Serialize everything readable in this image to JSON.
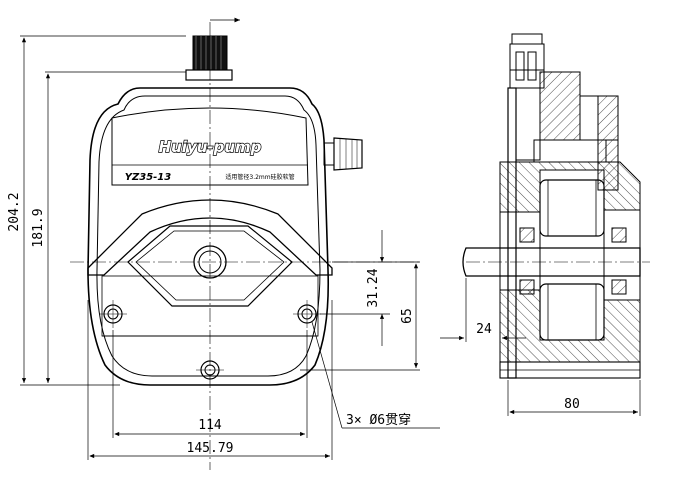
{
  "front_view": {
    "brand_label": "Huiyu-pump",
    "model_label": "YZ35-13",
    "tube_note": "适用管径3.2mm硅胶软管"
  },
  "dimensions": {
    "overall_height": "204.2",
    "body_height": "181.9",
    "center_to_hole": "31.24",
    "center_to_bottom": "65",
    "hole_spacing": "114",
    "overall_width": "145.79",
    "holes_note": "3× Ø6贯穿",
    "shaft_length": "24",
    "depth": "80"
  },
  "colors": {
    "line": "#000000",
    "background": "#ffffff"
  }
}
